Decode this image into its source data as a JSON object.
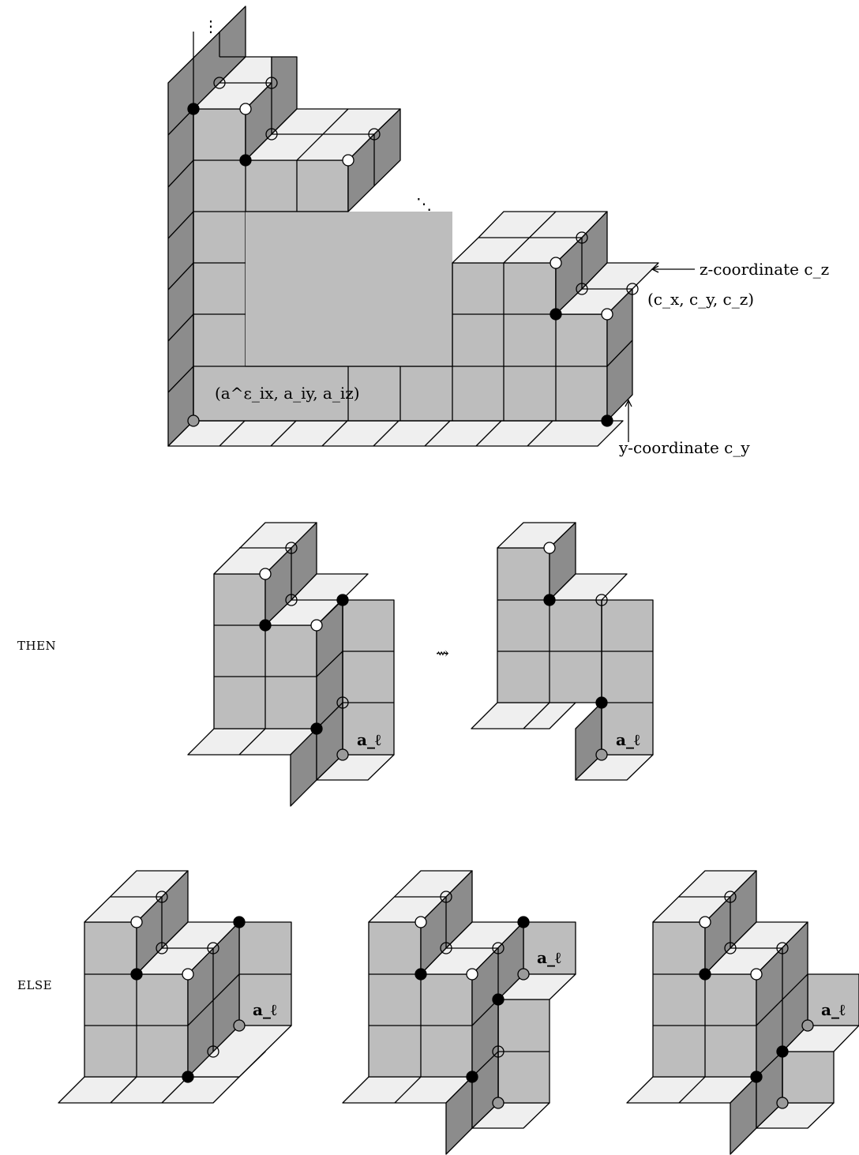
{
  "labels": {
    "z_coordinate": "z-coordinate c_z",
    "corner": "(c_x, c_y, c_z)",
    "start": "(a^ε_ix, a_iy, a_iz)",
    "y_coordinate": "y-coordinate c_y",
    "then": "THEN",
    "else": "ELSE",
    "a_ell": "a_ℓ",
    "leadsto": "⇝",
    "vdots": "⋮",
    "ddots": "⋱"
  },
  "colors": {
    "top_face": "#efefef",
    "front_face": "#bdbdbd",
    "side_face": "#8c8c8c",
    "black_dot": "#000000",
    "white_dot": "#ffffff",
    "gray_dot": "#9a9a9a"
  }
}
